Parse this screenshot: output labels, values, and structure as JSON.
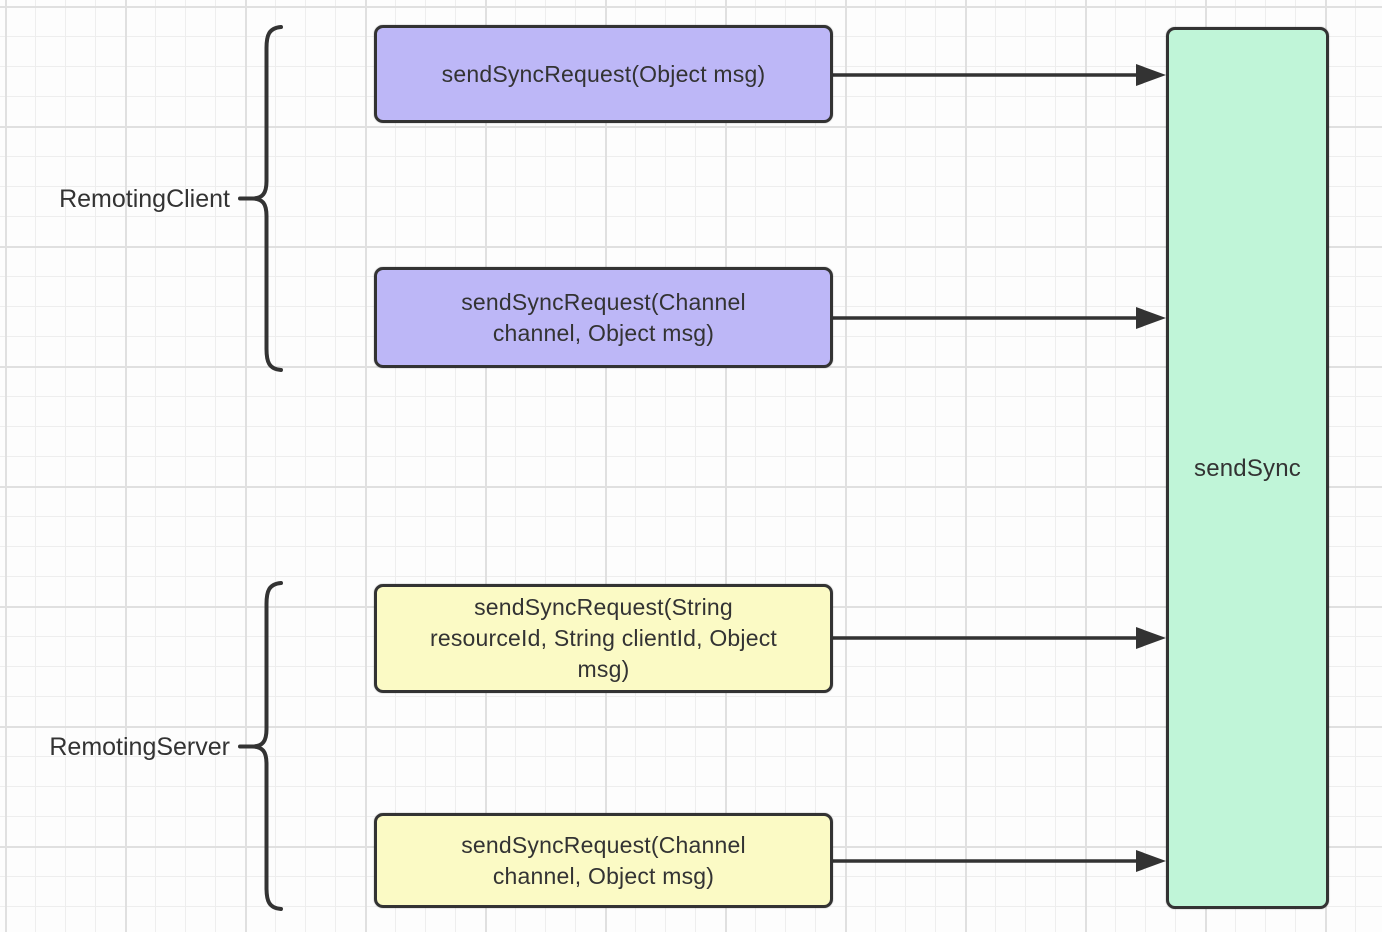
{
  "diagram": {
    "groups": [
      {
        "label": "RemotingClient",
        "methods": [
          "sendSyncRequest(Object msg)",
          "sendSyncRequest(Channel\nchannel, Object msg)"
        ]
      },
      {
        "label": "RemotingServer",
        "methods": [
          "sendSyncRequest(String\nresourceId, String clientId, Object\nmsg)",
          "sendSyncRequest(Channel\nchannel, Object msg)"
        ]
      }
    ],
    "target": {
      "label": "sendSync"
    },
    "colors": {
      "client_box": "#bdb7f7",
      "server_box": "#fbfac5",
      "target_box": "#c0f5d8",
      "stroke": "#333333",
      "text": "#333333",
      "grid_minor": "#eeeeee",
      "grid_major": "#e0e0e0"
    }
  }
}
